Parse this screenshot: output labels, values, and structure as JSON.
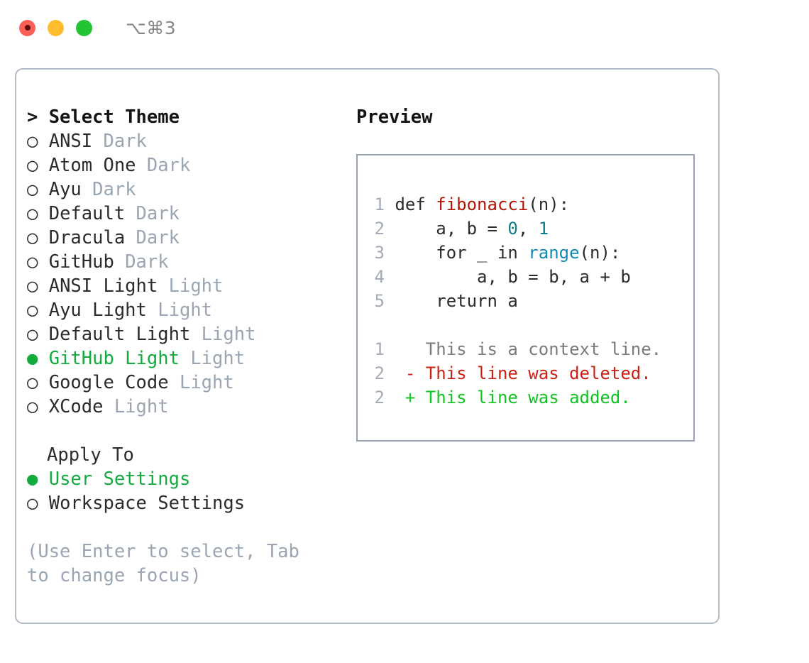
{
  "titlebar": {
    "shortcut": "⌥⌘3",
    "lights": [
      "close-red",
      "minimize-yellow",
      "maximize-green"
    ]
  },
  "left": {
    "heading": "> Select Theme",
    "themes": [
      {
        "marker": "○",
        "name": "ANSI",
        "variant": "Dark",
        "selected": false
      },
      {
        "marker": "○",
        "name": "Atom One",
        "variant": "Dark",
        "selected": false
      },
      {
        "marker": "○",
        "name": "Ayu",
        "variant": "Dark",
        "selected": false
      },
      {
        "marker": "○",
        "name": "Default",
        "variant": "Dark",
        "selected": false
      },
      {
        "marker": "○",
        "name": "Dracula",
        "variant": "Dark",
        "selected": false
      },
      {
        "marker": "○",
        "name": "GitHub",
        "variant": "Dark",
        "selected": false
      },
      {
        "marker": "○",
        "name": "ANSI Light",
        "variant": "Light",
        "selected": false
      },
      {
        "marker": "○",
        "name": "Ayu Light",
        "variant": "Light",
        "selected": false
      },
      {
        "marker": "○",
        "name": "Default Light",
        "variant": "Light",
        "selected": false
      },
      {
        "marker": "●",
        "name": "GitHub Light",
        "variant": "Light",
        "selected": true
      },
      {
        "marker": "○",
        "name": "Google Code",
        "variant": "Light",
        "selected": false
      },
      {
        "marker": "○",
        "name": "XCode",
        "variant": "Light",
        "selected": false
      }
    ],
    "apply_to": {
      "heading": "Apply To",
      "options": [
        {
          "marker": "●",
          "label": "User Settings",
          "selected": true
        },
        {
          "marker": "○",
          "label": "Workspace Settings",
          "selected": false
        }
      ]
    },
    "hint": "(Use Enter to select, Tab to change focus)"
  },
  "right": {
    "heading": "Preview",
    "code": [
      {
        "num": "1",
        "tokens": [
          {
            "t": "def ",
            "c": "plain"
          },
          {
            "t": "fibonacci",
            "c": "fn"
          },
          {
            "t": "(n):",
            "c": "plain"
          }
        ]
      },
      {
        "num": "2",
        "tokens": [
          {
            "t": "    a, b = ",
            "c": "plain"
          },
          {
            "t": "0",
            "c": "num"
          },
          {
            "t": ", ",
            "c": "plain"
          },
          {
            "t": "1",
            "c": "num"
          }
        ]
      },
      {
        "num": "3",
        "tokens": [
          {
            "t": "    for _ in ",
            "c": "plain"
          },
          {
            "t": "range",
            "c": "call"
          },
          {
            "t": "(n):",
            "c": "plain"
          }
        ]
      },
      {
        "num": "4",
        "tokens": [
          {
            "t": "        a, b = b, a + b",
            "c": "plain"
          }
        ]
      },
      {
        "num": "5",
        "tokens": [
          {
            "t": "    return a",
            "c": "plain"
          }
        ]
      }
    ],
    "diff": [
      {
        "num": "1",
        "sign": " ",
        "text": "This is a context line.",
        "kind": "ctx"
      },
      {
        "num": "2",
        "sign": "-",
        "text": "This line was deleted.",
        "kind": "del"
      },
      {
        "num": "2",
        "sign": "+",
        "text": "This line was added.",
        "kind": "add"
      }
    ]
  },
  "colors": {
    "accent_green": "#13ab3e",
    "badge_gray": "#9aa5b4",
    "border": "#b2bbc8",
    "preview_border": "#98a3b3",
    "diff_add": "#11c421",
    "diff_del": "#cc1f14",
    "token_fn": "#b01508",
    "token_num": "#0d7c8c",
    "token_call": "#1189b5"
  }
}
